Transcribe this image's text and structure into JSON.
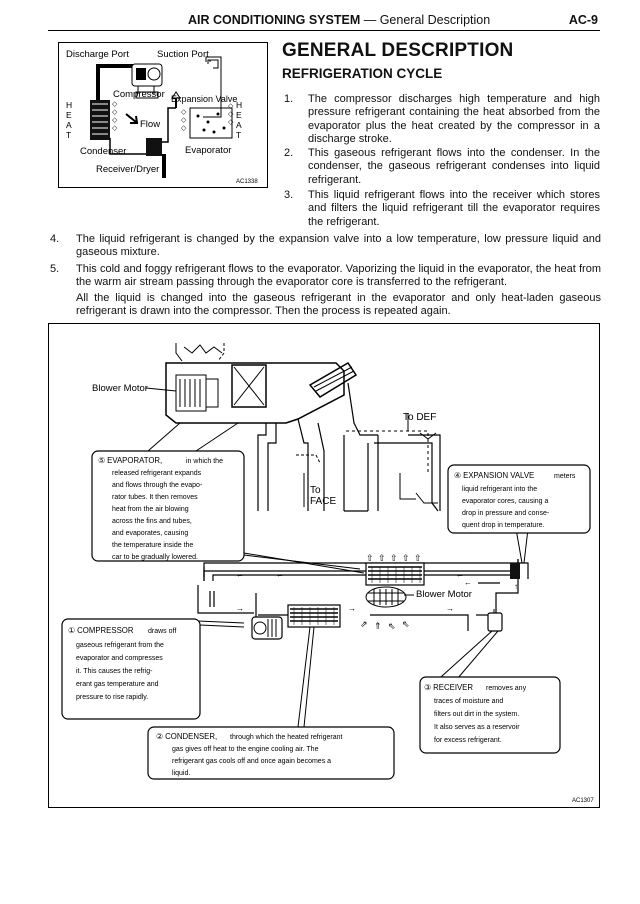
{
  "header": {
    "section_title": "AIR CONDITIONING SYSTEM",
    "dash": "—",
    "section_sub": "General Description",
    "page_number": "AC-9"
  },
  "figure1": {
    "labels": {
      "discharge_port": "Discharge Port",
      "suction_port": "Suction Port",
      "compressor": "Compressor",
      "expansion_valve": "Expansion Valve",
      "flow": "Flow",
      "condenser": "Condenser",
      "evaporator": "Evaporator",
      "receiver_dryer": "Receiver/Dryer",
      "heat_left": "HEAT",
      "heat_right": "HEAT",
      "code": "AC1338"
    }
  },
  "heading": "GENERAL DESCRIPTION",
  "subheading": "REFRIGERATION CYCLE",
  "steps": [
    {
      "num": "1.",
      "text": "The compressor discharges high temperature and high pressure refrigerant containing the heat absorbed from the evaporator plus the heat created by the compressor in a discharge stroke."
    },
    {
      "num": "2.",
      "text": "This gaseous refrigerant flows into the condenser. In the condenser, the gaseous refrigerant condenses into liquid refrigerant."
    },
    {
      "num": "3.",
      "text": "This liquid refrigerant flows into the receiver which stores and filters the liquid refrigerant till the evaporator requires the refrigerant."
    },
    {
      "num": "4.",
      "text": "The liquid refrigerant is changed by the expansion valve into a low temperature, low pressure liquid and gaseous mixture."
    },
    {
      "num": "5.",
      "text": "This cold and foggy refrigerant flows to the evaporator. Vaporizing the liquid in the evaporator, the heat from the warm air stream passing through the evaporator core is transferred to the refrigerant."
    }
  ],
  "closing_paragraph": "All the liquid is changed into the gaseous refrigerant in the evaporator and only heat-laden gaseous refrigerant is drawn into the compressor. Then the process is repeated again.",
  "figure2": {
    "blower_motor_top": "Blower Motor",
    "to_def": "To DEF",
    "to_face_1": "To",
    "to_face_2": "FACE",
    "blower_motor_mid": "Blower Motor",
    "code": "AC1307",
    "callout_evaporator": {
      "title": "⑤ EVAPORATOR,",
      "lines": [
        "in which the",
        "released refrigerant expands",
        "and flows through the evapo-",
        "rator tubes. It then removes",
        "heat from the air blowing",
        "across the fins and tubes,",
        "and evaporates, causing",
        "the temperature inside the",
        "car to be gradually lowered."
      ]
    },
    "callout_expansion": {
      "title": "④ EXPANSION VALVE",
      "lines": [
        "meters",
        "liquid refrigerant into the",
        "evaporator cores, causing a",
        "drop in pressure and conse-",
        "quent drop in temperature."
      ]
    },
    "callout_compressor": {
      "title": "① COMPRESSOR",
      "lines": [
        "draws off",
        "gaseous refrigerant from the",
        "evaporator and compresses",
        "it. This causes the refrig-",
        "erant gas temperature and",
        "pressure to rise rapidly."
      ]
    },
    "callout_receiver": {
      "title": "③ RECEIVER",
      "lines": [
        "removes any",
        "traces of moisture and",
        "filters out dirt in the system.",
        "It also serves as a reservoir",
        "for excess refrigerant."
      ]
    },
    "callout_condenser": {
      "title": "② CONDENSER,",
      "lines": [
        "through which the heated refrigerant",
        "gas gives off heat to the engine cooling air. The",
        "refrigerant gas cools off and once again becomes a",
        "liquid."
      ]
    }
  }
}
